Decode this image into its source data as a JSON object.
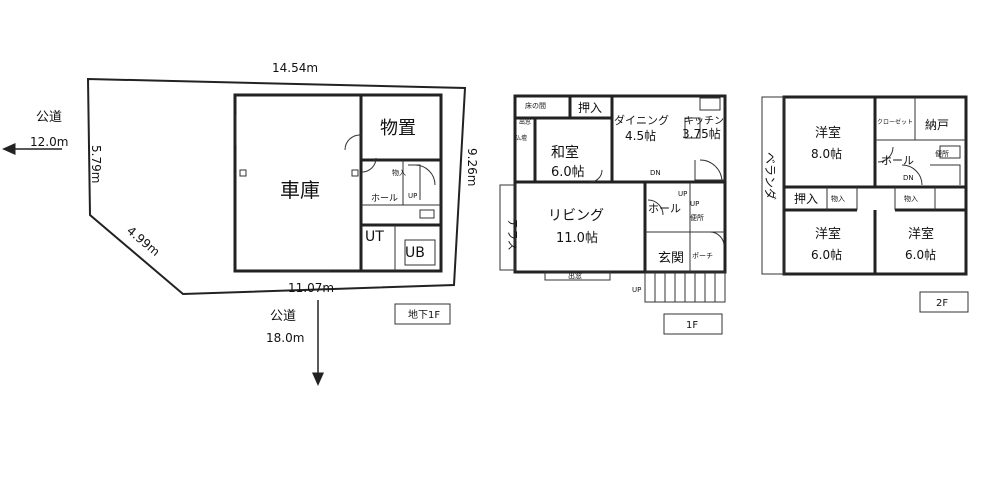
{
  "basement": {
    "dims": {
      "top": "14.54m",
      "left": "5.79m",
      "right": "9.26m",
      "diag": "4.99m",
      "bottom": "11.07m"
    },
    "roads": {
      "west_name": "公道",
      "west_width": "12.0m",
      "south_name": "公道",
      "south_width": "18.0m"
    },
    "rooms": {
      "garage": "車庫",
      "storage": "物置",
      "hall": "ホール",
      "utility": "UT",
      "bath": "UB",
      "closet": "物入",
      "up": "UP"
    },
    "floor_label": "地下1F"
  },
  "floor1": {
    "rooms": {
      "washitsu": "和室",
      "washitsu_size": "6.0帖",
      "oshiire": "押入",
      "toko": "床の間",
      "butsuma": "仏壇",
      "dining": "ダイニング",
      "dining_size": "4.5帖",
      "kitchen": "キッチン",
      "kitchen_size": "3.75帖",
      "living": "リビング",
      "living_size": "11.0帖",
      "hall": "ホール",
      "genkan": "玄関",
      "porch": "ポーチ",
      "terrace": "テラス",
      "toilet": "便所",
      "exit1": "出窓",
      "exit2": "出窓",
      "dn": "DN",
      "up": "UP",
      "up2": "UP",
      "up3": "UP"
    },
    "floor_label": "1F"
  },
  "floor2": {
    "rooms": {
      "youshitsu1": "洋室",
      "youshitsu1_size": "8.0帖",
      "closet": "クローゼット",
      "nando": "納戸",
      "hall": "ホール",
      "toilet": "便所",
      "balcony": "ベランダ",
      "oshiire": "押入",
      "mono1": "物入",
      "mono2": "物入",
      "youshitsu2": "洋室",
      "youshitsu2_size": "6.0帖",
      "youshitsu3": "洋室",
      "youshitsu3_size": "6.0帖",
      "dn": "DN"
    },
    "floor_label": "2F"
  }
}
